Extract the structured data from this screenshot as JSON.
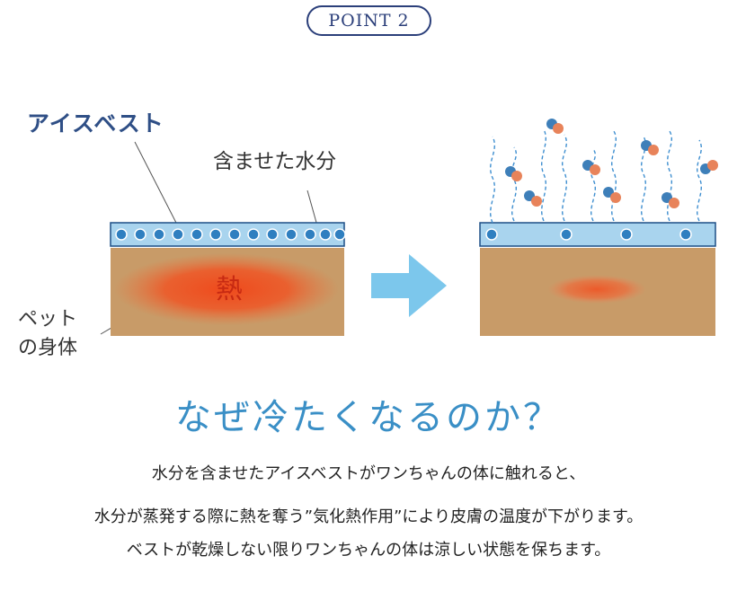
{
  "badge": "POINT 2",
  "labels": {
    "vest": "アイスベスト",
    "water": "含ませた水分",
    "body_line1": "ペット",
    "body_line2": "の身体",
    "heat": "熱"
  },
  "heading": "なぜ冷たくなるのか？",
  "description": [
    "水分を含ませたアイスベストがワンちゃんの体に触れると、",
    "水分が蒸発する際に熱を奪う”気化熱作用”により皮膚の温度が下がります。",
    "ベストが乾燥しない限りワンちゃんの体は涼しい状態を保ちます。"
  ],
  "colors": {
    "vest": "#a9d4ee",
    "water_dot": "#2f7fc0",
    "body": "#c89b68",
    "heat": "#e85b2a",
    "arrow": "#7cc7ec",
    "heading": "#3a8fc6"
  }
}
